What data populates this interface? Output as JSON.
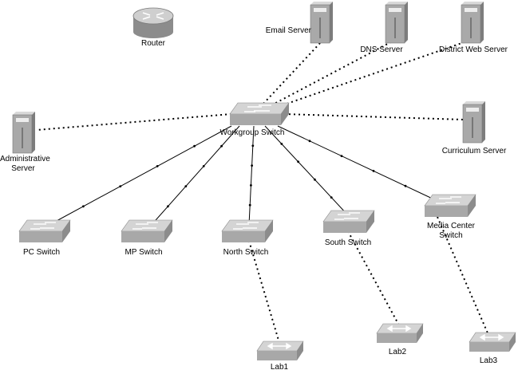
{
  "nodes": {
    "router": {
      "label": "Router",
      "icon": "router-icon"
    },
    "email_server": {
      "label": "Email Server",
      "icon": "server-icon"
    },
    "dns_server": {
      "label": "DNS Server",
      "icon": "server-icon"
    },
    "district_web_server": {
      "label": "District Web Server",
      "icon": "server-icon"
    },
    "administrative_server": {
      "label_line1": "Administrative",
      "label_line2": "Server",
      "icon": "server-icon"
    },
    "curriculum_server": {
      "label": "Curriculum Server",
      "icon": "server-icon"
    },
    "workgroup_switch": {
      "label": "Workgroup Switch",
      "icon": "switch-icon"
    },
    "pc_switch": {
      "label": "PC Switch",
      "icon": "switch-icon"
    },
    "mp_switch": {
      "label": "MP Switch",
      "icon": "switch-icon"
    },
    "north_switch": {
      "label": "North Switch",
      "icon": "switch-icon"
    },
    "south_switch": {
      "label": "South Switch",
      "icon": "switch-icon"
    },
    "media_center_switch": {
      "label_line1": "Media Center",
      "label_line2": "Switch",
      "icon": "switch-icon"
    },
    "lab1": {
      "label": "Lab1",
      "icon": "hub-icon"
    },
    "lab2": {
      "label": "Lab2",
      "icon": "hub-icon"
    },
    "lab3": {
      "label": "Lab3",
      "icon": "hub-icon"
    }
  },
  "links": [
    {
      "from": "workgroup_switch",
      "to": "router",
      "style": "solid"
    },
    {
      "from": "workgroup_switch",
      "to": "email_server",
      "style": "dotted"
    },
    {
      "from": "workgroup_switch",
      "to": "dns_server",
      "style": "dotted"
    },
    {
      "from": "workgroup_switch",
      "to": "district_web_server",
      "style": "dotted"
    },
    {
      "from": "workgroup_switch",
      "to": "administrative_server",
      "style": "dotted"
    },
    {
      "from": "workgroup_switch",
      "to": "curriculum_server",
      "style": "dotted"
    },
    {
      "from": "workgroup_switch",
      "to": "pc_switch",
      "style": "solid"
    },
    {
      "from": "workgroup_switch",
      "to": "mp_switch",
      "style": "solid"
    },
    {
      "from": "workgroup_switch",
      "to": "north_switch",
      "style": "solid"
    },
    {
      "from": "workgroup_switch",
      "to": "south_switch",
      "style": "solid"
    },
    {
      "from": "workgroup_switch",
      "to": "media_center_switch",
      "style": "solid"
    },
    {
      "from": "north_switch",
      "to": "lab1",
      "style": "dotted"
    },
    {
      "from": "south_switch",
      "to": "lab2",
      "style": "dotted"
    },
    {
      "from": "media_center_switch",
      "to": "lab3",
      "style": "dotted"
    }
  ],
  "colors": {
    "device_top": "#d4d4d4",
    "device_side": "#8c8c8c",
    "device_front": "#a8a8a8",
    "line": "#000000"
  }
}
